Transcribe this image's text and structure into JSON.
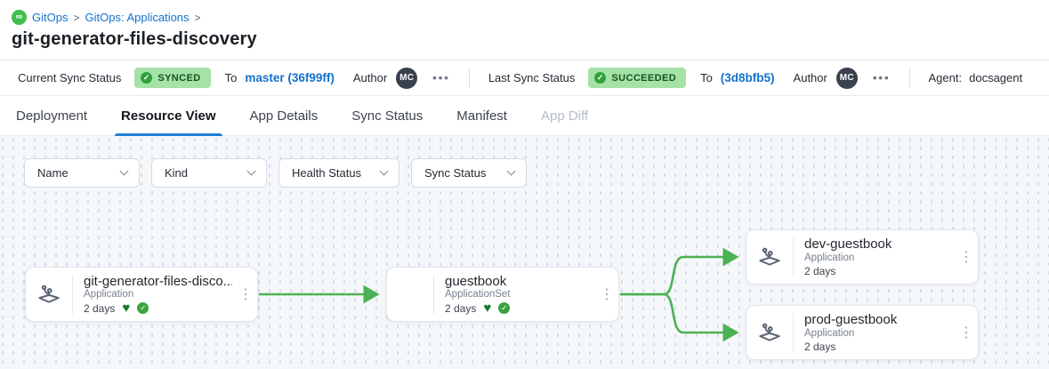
{
  "breadcrumb": {
    "icon_symbol": "∞",
    "separator": ">",
    "items": [
      "GitOps",
      "GitOps: Applications"
    ]
  },
  "page_title": "git-generator-files-discovery",
  "status_bar": {
    "current": {
      "label": "Current Sync Status",
      "badge": "SYNCED",
      "check": "✓",
      "to": "To",
      "revision": "master (36f99ff)",
      "author_label": "Author",
      "avatar": "MC",
      "menu": "•••"
    },
    "last": {
      "label": "Last Sync Status",
      "badge": "SUCCEEDED",
      "check": "✓",
      "to": "To",
      "revision": "(3d8bfb5)",
      "author_label": "Author",
      "avatar": "MC",
      "menu": "•••"
    },
    "agent_label": "Agent:",
    "agent_value": "docsagent"
  },
  "tabs": [
    {
      "label": "Deployment"
    },
    {
      "label": "Resource View"
    },
    {
      "label": "App Details"
    },
    {
      "label": "Sync Status"
    },
    {
      "label": "Manifest"
    },
    {
      "label": "App Diff"
    }
  ],
  "filters": [
    {
      "label": "Name"
    },
    {
      "label": "Kind"
    },
    {
      "label": "Health Status"
    },
    {
      "label": "Sync Status"
    }
  ],
  "graph": {
    "nodes": [
      {
        "title": "git-generator-files-disco...",
        "kind": "Application",
        "age": "2 days",
        "health_icon": "♥",
        "sync_check": "✓"
      },
      {
        "title": "guestbook",
        "kind": "ApplicationSet",
        "age": "2 days",
        "health_icon": "♥",
        "sync_check": "✓"
      },
      {
        "title": "dev-guestbook",
        "kind": "Application",
        "age": "2 days"
      },
      {
        "title": "prod-guestbook",
        "kind": "Application",
        "age": "2 days"
      }
    ]
  },
  "glyphs": {
    "kebab": "⋮"
  },
  "colors": {
    "edge_green": "#4cb152",
    "badge_bg": "#a5e2a6",
    "badge_text": "#14531f",
    "badge_check_bg": "#2fa13c",
    "link_blue": "#1572cd",
    "tab_underline": "#1d7ed3",
    "brand_green": "#3fbf49",
    "avatar_bg": "#39414e",
    "canvas_bg": "#f5f8fb",
    "canvas_dot": "#d5dae6",
    "health_heart_green": "#1c7a2f",
    "node_sync_check_green": "#3aa33f"
  }
}
